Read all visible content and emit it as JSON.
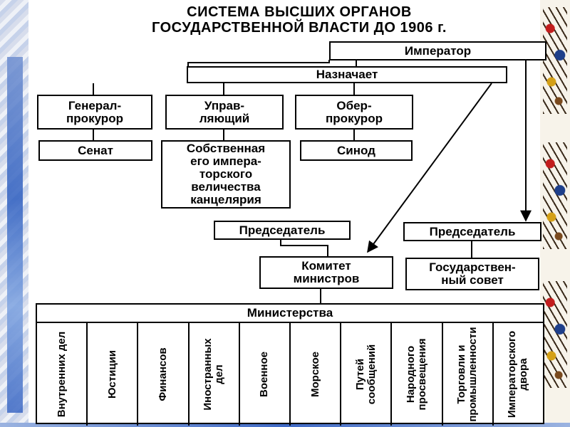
{
  "title": {
    "line1": "СИСТЕМА ВЫСШИХ ОРГАНОВ",
    "line2": "ГОСУДАРСТВЕННОЙ ВЛАСТИ ДО 1906 г."
  },
  "nodes": {
    "emperor": "Император",
    "appoints": "Назначает",
    "procurator_general": "Генерал-\nпрокурор",
    "manager": "Управ-\nляющий",
    "chief_procurator": "Обер-\nпрокурор",
    "senate": "Сенат",
    "chancellery": "Собственная\nего импера-\nторского\nвеличества\nканцелярия",
    "synod": "Синод",
    "chairman_left": "Председатель",
    "chairman_right": "Председатель",
    "committee": "Комитет\nминистров",
    "state_council": "Государствен-\nный совет"
  },
  "ministries": {
    "header": "Министерства",
    "items": [
      "Внутренних дел",
      "Юстиции",
      "Финансов",
      "Иностранных\nдел",
      "Военное",
      "Морское",
      "Путей\nсообщений",
      "Народного\nпросвещения",
      "Торговли и\nпромышленности",
      "Императорского\nдвора"
    ]
  }
}
